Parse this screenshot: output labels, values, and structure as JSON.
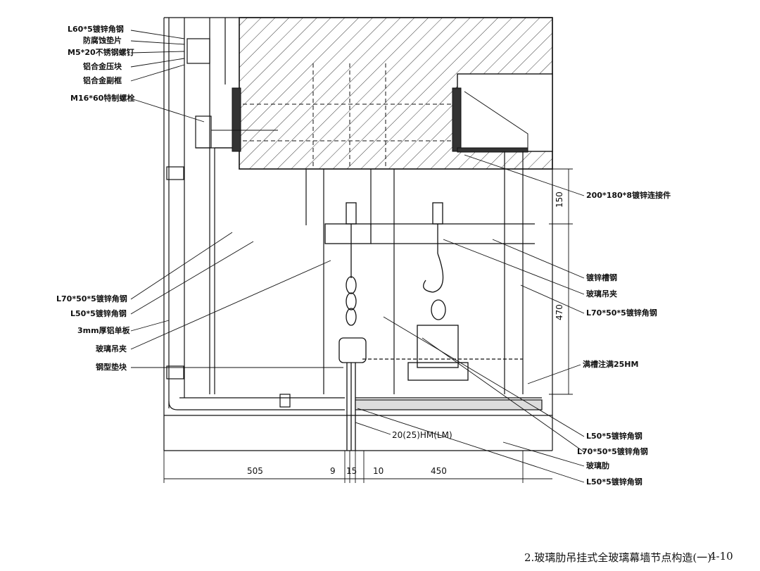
{
  "labels_left": [
    "L60*5镀锌角钢",
    "防腐蚀垫片",
    "M5*20不锈钢螺钉",
    "铝合金压块",
    "铝合金副框",
    "M16*60特制螺栓",
    "L70*50*5镀锌角钢",
    "L50*5镀锌角钢",
    "3mm厚铝单板",
    "玻璃吊夹",
    "钢型垫块"
  ],
  "labels_right": [
    "200*180*8镀锌连接件",
    "镀锌槽钢",
    "玻璃吊夹",
    "L70*50*5镀锌角钢",
    "满槽注满25HM",
    "L50*5镀锌角钢",
    "L70*50*5镀锌角钢",
    "玻璃肋",
    "L50*5镀锌角钢"
  ],
  "label_center": "20(25)HM(LM)",
  "dims_bottom": [
    "505",
    "9",
    "15",
    "10",
    "450"
  ],
  "dims_right": [
    "150",
    "470"
  ],
  "caption": {
    "title": "2.玻璃肋吊挂式全玻璃幕墙节点构造(一)",
    "page": "4-10"
  }
}
